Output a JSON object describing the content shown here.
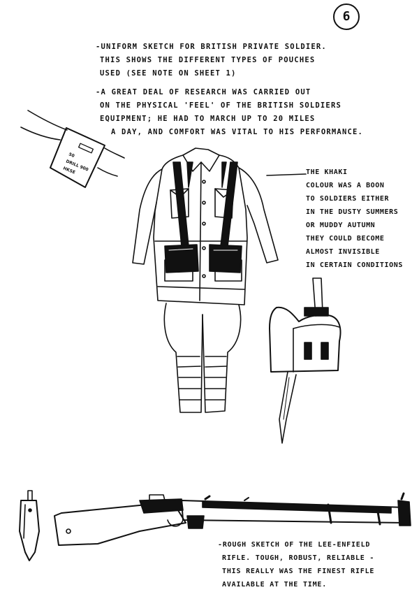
{
  "page_number": "6",
  "note_uniform": {
    "lines": [
      "-Uniform sketch for British private soldier.",
      "This shows the different types of pouches",
      "used (see note on sheet 1)"
    ]
  },
  "note_research": {
    "lines": [
      "-A great deal of research was carried out",
      "on the physical 'feel' of the British soldiers",
      "equipment; he had to march up to 20 miles",
      "a day, and comfort was vital to his performance."
    ]
  },
  "note_khaki": {
    "lines": [
      "The khaki",
      "colour was a boon",
      "to soldiers either",
      "in the dusty summers",
      "or muddy autumn",
      "They could become",
      "almost invisible",
      "in certain conditions"
    ]
  },
  "note_rifle": {
    "lines": [
      "-Rough sketch of the Lee-Enfield",
      "rifle. Tough, robust, reliable -",
      "this really was the finest rifle",
      "available at the time."
    ]
  },
  "armband": {
    "line1": "50",
    "line2": "DRILL 900",
    "line3": "HKSE"
  }
}
